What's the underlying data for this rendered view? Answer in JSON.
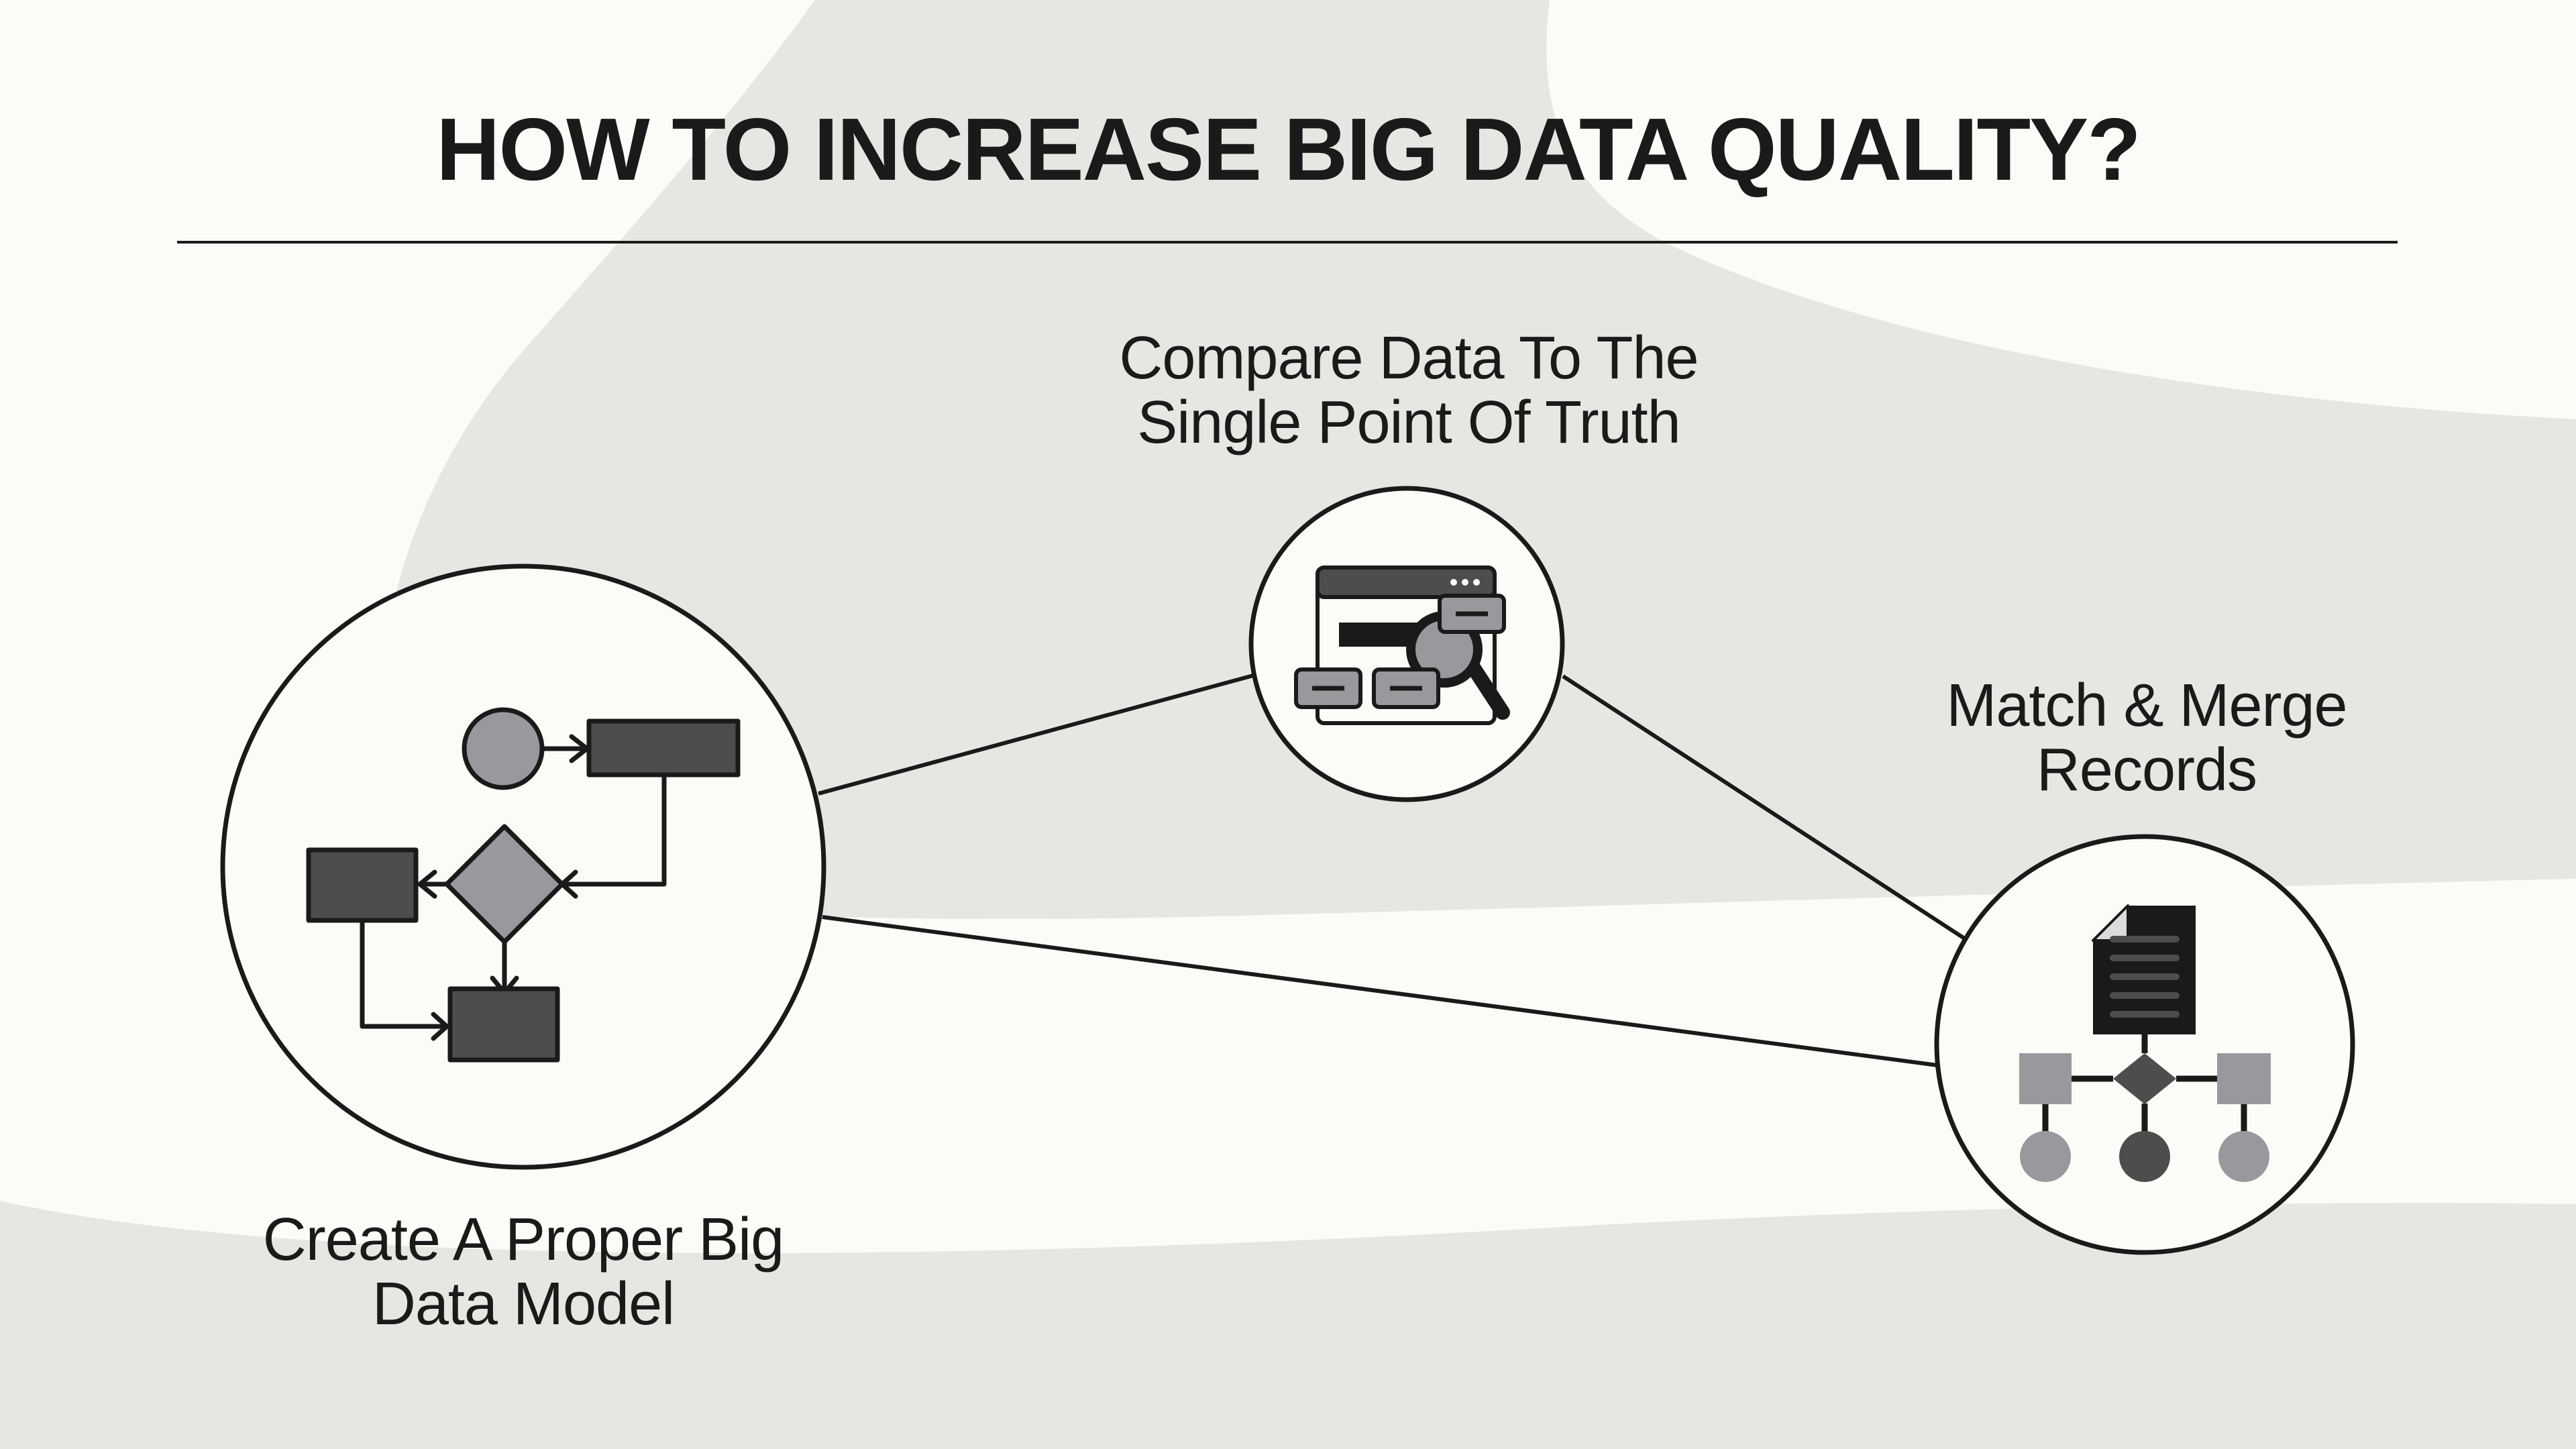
{
  "title": "HOW TO INCREASE BIG DATA QUALITY?",
  "nodes": {
    "compare": {
      "line1": "Compare Data To The",
      "line2": "Single Point Of Truth",
      "icon": "search-data-icon"
    },
    "match": {
      "line1": "Match & Merge",
      "line2": "Records",
      "icon": "document-merge-icon"
    },
    "model": {
      "line1": "Create A Proper Big",
      "line2": "Data Model",
      "icon": "flowchart-icon"
    }
  },
  "colors": {
    "background": "#fcfbf7",
    "blob": "#e7e6e2",
    "ink": "#1a1a1a",
    "dark_fill": "#4d4d4d",
    "light_fill": "#99989d"
  }
}
